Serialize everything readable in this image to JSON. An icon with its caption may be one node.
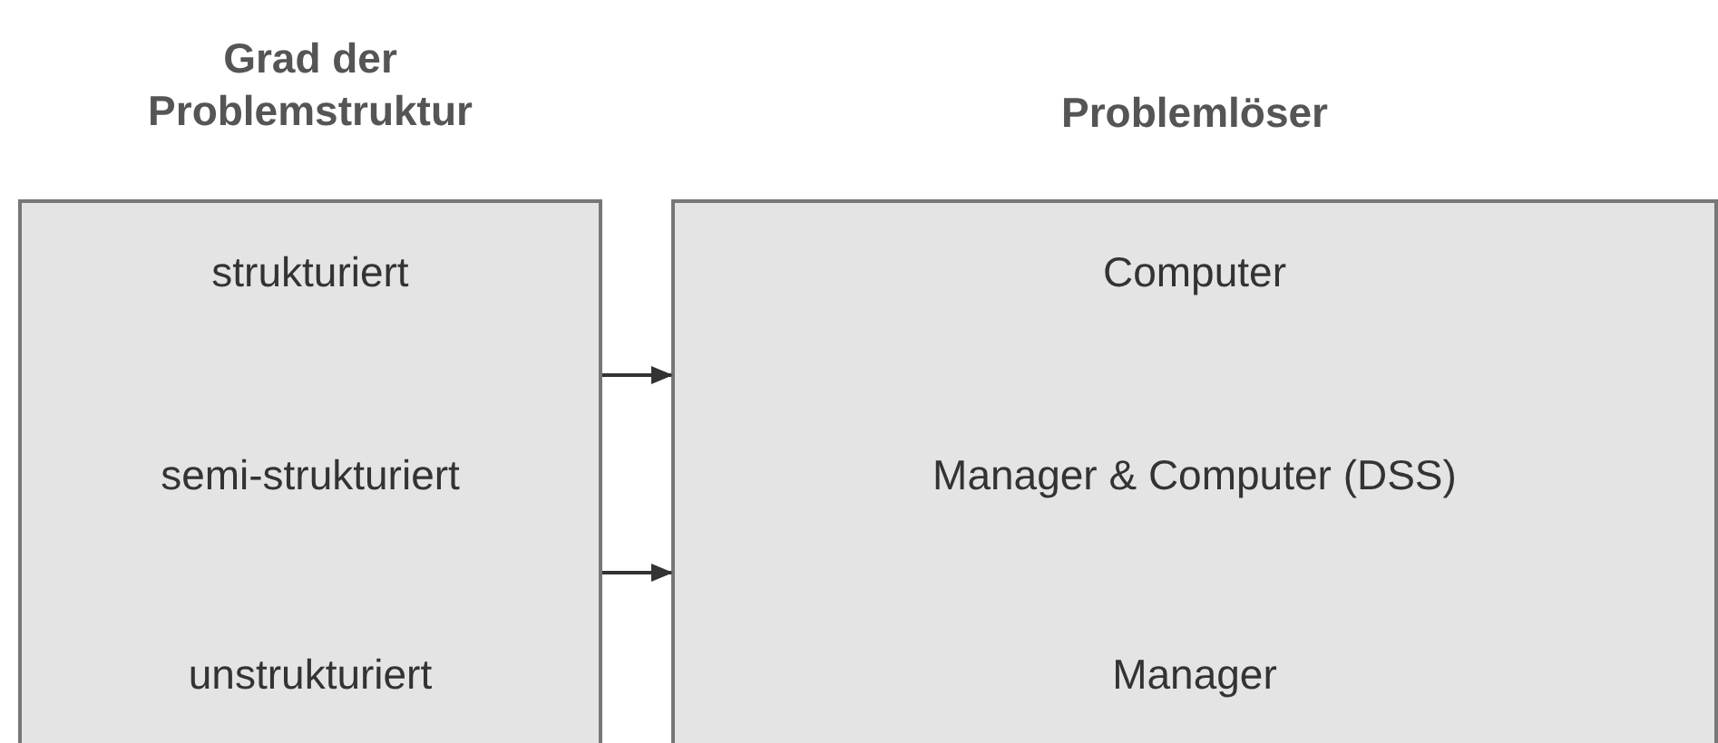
{
  "diagram": {
    "nodes": [
      {
        "text": [
          "Grad der Problemstruktur",
          "strukturiert",
          "semi-strukturiert",
          "unstrukturiert"
        ]
      },
      {
        "text": [
          "Problemlöser",
          "Computer",
          "Manager & Computer (DSS)",
          "Manager"
        ]
      }
    ],
    "edges": [
      {
        "from": 0,
        "to": 1,
        "arrow": "to"
      },
      {
        "from": 0,
        "to": 1,
        "arrow": "to"
      }
    ]
  }
}
